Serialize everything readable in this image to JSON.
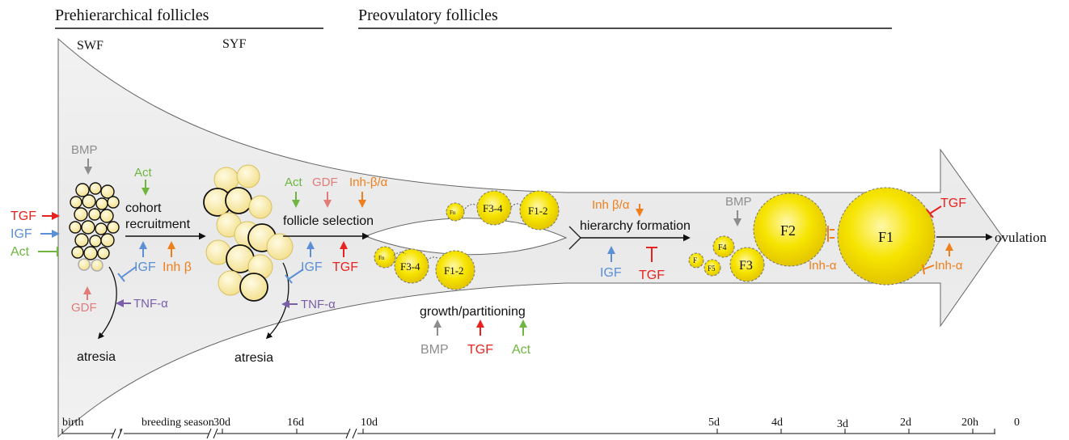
{
  "headers": {
    "prehierarchical": "Prehierarchical follicles",
    "preovulatory": "Preovulatory follicles"
  },
  "stages": {
    "swf": "SWF",
    "syf": "SYF"
  },
  "processes": {
    "cohort_1": "cohort",
    "cohort_2": "recruitment",
    "selection": "follicle selection",
    "hierarchy": "hierarchy formation",
    "growth": "growth/partitioning",
    "ovulation": "ovulation",
    "atresia_1": "atresia",
    "atresia_2": "atresia"
  },
  "factors": {
    "bmp_1": "BMP",
    "tgf_1": "TGF",
    "igf_1": "IGF",
    "act_1": "Act",
    "gdf_1": "GDF",
    "tnf_1": "TNF-α",
    "act_2": "Act",
    "igf_2": "IGF",
    "inhb_2": "Inh β",
    "act_3": "Act",
    "gdf_3": "GDF",
    "inhba_3": "Inh-β/α",
    "igf_3": "IGF",
    "tgf_3": "TGF",
    "tnf_3": "TNF-α",
    "bmp_4": "BMP",
    "tgf_4": "TGF",
    "act_4": "Act",
    "inhba_5": "Inh β/α",
    "igf_5": "IGF",
    "tgf_5": "TGF",
    "bmp_6": "BMP",
    "inha_6": "Inh-α",
    "tgf_7": "TGF",
    "inha_7": "Inh-α"
  },
  "follicles": {
    "f12_top": "F1-2",
    "f34_top": "F3-4",
    "fn_top": "Fn",
    "f12_bot": "F1-2",
    "f34_bot": "F3-4",
    "fn_bot": "Fn",
    "f2": "F2",
    "f1": "F1",
    "f3": "F3",
    "f4": "F4",
    "f5": "F5",
    "f_small": "F"
  },
  "timeline": {
    "birth": "birth",
    "breeding": "breeding season",
    "d30": "30d",
    "d16": "16d",
    "d10": "10d",
    "d5": "5d",
    "d4": "4d",
    "d3": "3d",
    "d2": "2d",
    "h20": "20h",
    "zero": "0"
  },
  "colors": {
    "red": "#e8231f",
    "blue": "#5b8fd6",
    "green": "#6fb540",
    "orange": "#ef7f1a",
    "gray": "#8d8d8d",
    "salmon": "#e17c79",
    "purple": "#7b5da8",
    "follicle": "#f7e600",
    "follicle_pale": "#f8ecaa",
    "funnel": "#ececec"
  }
}
